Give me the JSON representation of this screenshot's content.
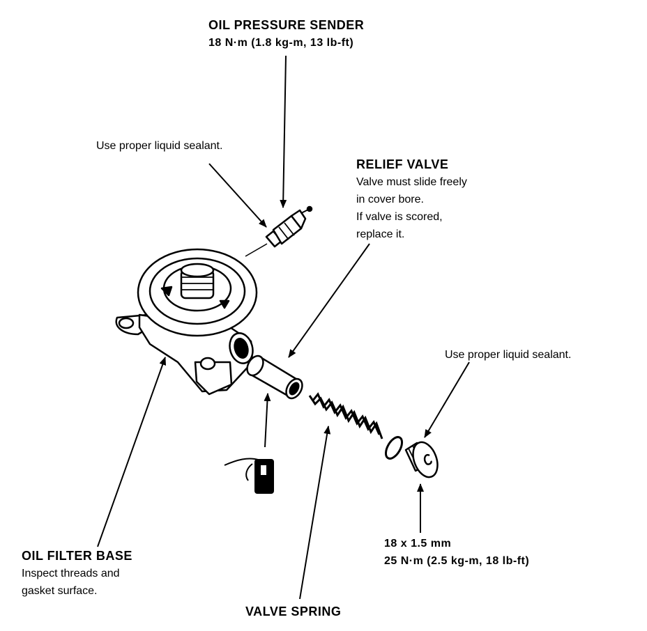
{
  "labels": {
    "sender": {
      "title": "OIL PRESSURE SENDER",
      "torque": "18 N·m (1.8 kg-m, 13 lb-ft)"
    },
    "sealant_top": "Use proper liquid sealant.",
    "relief": {
      "title": "RELIEF VALVE",
      "line1": "Valve must slide freely",
      "line2": "in cover bore.",
      "line3": "If valve is scored,",
      "line4": "replace it."
    },
    "sealant_right": "Use proper liquid sealant.",
    "bolt": {
      "size": "18 x 1.5 mm",
      "torque": "25 N·m (2.5 kg-m, 18 lb-ft)"
    },
    "filter_base": {
      "title": "OIL FILTER BASE",
      "line1": "Inspect threads and",
      "line2": "gasket surface."
    },
    "spring": "VALVE SPRING"
  }
}
